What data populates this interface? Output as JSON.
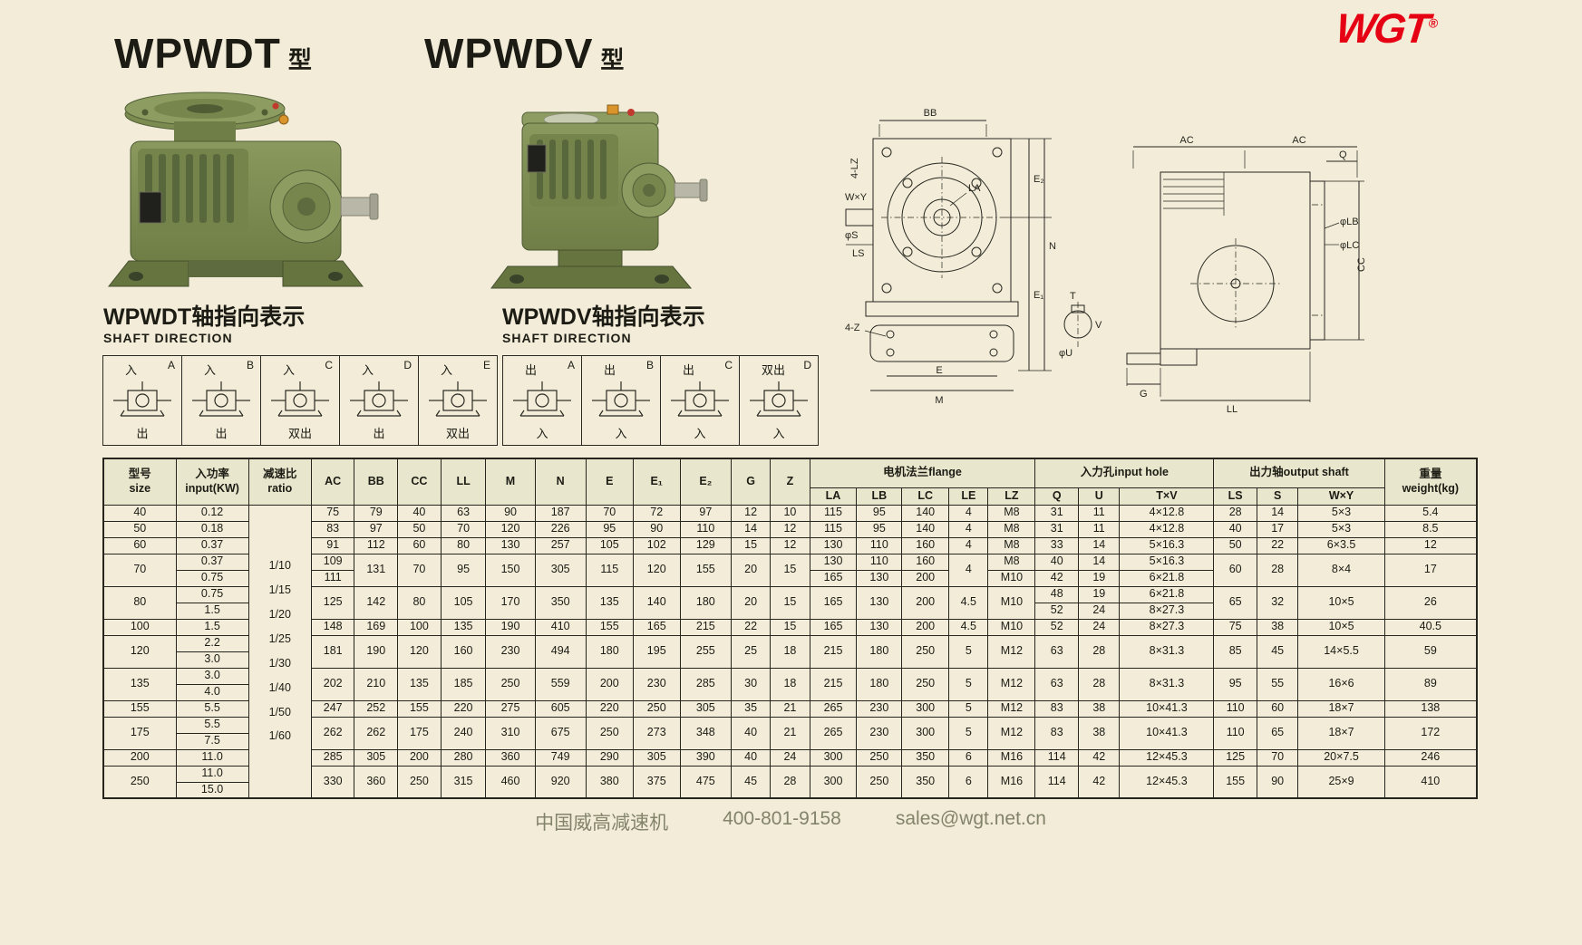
{
  "brand": {
    "name": "WGT",
    "mark": "®"
  },
  "colors": {
    "accent_red": "#e60013",
    "product_green": "#7d8c52",
    "page_bg": "#f2ecd9",
    "table_header_bg": "#e8e6cd",
    "footer_text": "#83836a"
  },
  "titles": {
    "left": {
      "model": "WPWDT",
      "suffix": "型"
    },
    "right": {
      "model": "WPWDV",
      "suffix": "型"
    }
  },
  "shaft_direction": {
    "left": {
      "title": "WPWDT轴指向表示",
      "subtitle": "SHAFT DIRECTION",
      "cells": [
        {
          "letter": "A",
          "top": "入",
          "bottom": "出"
        },
        {
          "letter": "B",
          "top": "入",
          "bottom": "出"
        },
        {
          "letter": "C",
          "top": "入",
          "bottom": "双出"
        },
        {
          "letter": "D",
          "top": "入",
          "bottom": "出"
        },
        {
          "letter": "E",
          "top": "入",
          "bottom": "双出"
        }
      ]
    },
    "right": {
      "title": "WPWDV轴指向表示",
      "subtitle": "SHAFT DIRECTION",
      "cells": [
        {
          "letter": "A",
          "top": "出",
          "bottom": "入"
        },
        {
          "letter": "B",
          "top": "出",
          "bottom": "入"
        },
        {
          "letter": "C",
          "top": "出",
          "bottom": "入"
        },
        {
          "letter": "D",
          "top": "双出",
          "bottom": "入"
        }
      ]
    }
  },
  "drawings": {
    "front": {
      "bb": "BB",
      "lz": "4-LZ",
      "la": "LA",
      "wy": "W×Y",
      "s": "φS",
      "ls": "LS",
      "e2": "E₂",
      "n": "N",
      "e1": "E₁",
      "z": "4-Z",
      "e": "E",
      "m": "M",
      "t": "T",
      "v": "V",
      "u": "φU"
    },
    "side": {
      "ac1": "AC",
      "ac2": "AC",
      "q": "Q",
      "lb": "φLB",
      "lc": "φLC",
      "cc": "CC",
      "g": "G",
      "ll": "LL"
    }
  },
  "table": {
    "header_row1": [
      {
        "t": "型号\nsize",
        "rs": 2
      },
      {
        "t": "入功率\ninput(KW)",
        "rs": 2
      },
      {
        "t": "减速比\nratio",
        "rs": 2
      },
      {
        "t": "AC",
        "rs": 2
      },
      {
        "t": "BB",
        "rs": 2
      },
      {
        "t": "CC",
        "rs": 2
      },
      {
        "t": "LL",
        "rs": 2
      },
      {
        "t": "M",
        "rs": 2
      },
      {
        "t": "N",
        "rs": 2
      },
      {
        "t": "E",
        "rs": 2
      },
      {
        "t": "E₁",
        "rs": 2
      },
      {
        "t": "E₂",
        "rs": 2
      },
      {
        "t": "G",
        "rs": 2
      },
      {
        "t": "Z",
        "rs": 2
      },
      {
        "t": "电机法兰flange",
        "cs": 5
      },
      {
        "t": "入力孔input hole",
        "cs": 3
      },
      {
        "t": "出力轴output shaft",
        "cs": 3
      },
      {
        "t": "重量\nweight(kg)",
        "rs": 2
      }
    ],
    "header_row2": [
      "LA",
      "LB",
      "LC",
      "LE",
      "LZ",
      "Q",
      "U",
      "T×V",
      "LS",
      "S",
      "W×Y"
    ],
    "rows": [
      [
        "40",
        "0.12",
        {
          "t": "1/10\n1/15\n1/20\n1/25\n1/30\n1/40\n1/50\n1/60",
          "rs": 18,
          "cls": "ratio"
        },
        "75",
        "79",
        "40",
        "63",
        "90",
        "187",
        "70",
        "72",
        "97",
        "12",
        "10",
        "115",
        "95",
        "140",
        "4",
        "M8",
        "31",
        "11",
        "4×12.8",
        "28",
        "14",
        "5×3",
        "5.4"
      ],
      [
        "50",
        "0.18",
        "83",
        "97",
        "50",
        "70",
        "120",
        "226",
        "95",
        "90",
        "110",
        "14",
        "12",
        "115",
        "95",
        "140",
        "4",
        "M8",
        "31",
        "11",
        "4×12.8",
        "40",
        "17",
        "5×3",
        "8.5"
      ],
      [
        "60",
        "0.37",
        "91",
        "112",
        "60",
        "80",
        "130",
        "257",
        "105",
        "102",
        "129",
        "15",
        "12",
        "130",
        "110",
        "160",
        "4",
        "M8",
        "33",
        "14",
        "5×16.3",
        "50",
        "22",
        "6×3.5",
        "12"
      ],
      [
        {
          "t": "70",
          "rs": 2
        },
        "0.37",
        "109",
        {
          "t": "131",
          "rs": 2
        },
        {
          "t": "70",
          "rs": 2
        },
        {
          "t": "95",
          "rs": 2
        },
        {
          "t": "150",
          "rs": 2
        },
        {
          "t": "305",
          "rs": 2
        },
        {
          "t": "115",
          "rs": 2
        },
        {
          "t": "120",
          "rs": 2
        },
        {
          "t": "155",
          "rs": 2
        },
        {
          "t": "20",
          "rs": 2
        },
        {
          "t": "15",
          "rs": 2
        },
        "130",
        "110",
        "160",
        {
          "t": "4",
          "rs": 2
        },
        "M8",
        "40",
        "14",
        "5×16.3",
        {
          "t": "60",
          "rs": 2
        },
        {
          "t": "28",
          "rs": 2
        },
        {
          "t": "8×4",
          "rs": 2
        },
        {
          "t": "17",
          "rs": 2
        }
      ],
      [
        "0.75",
        "111",
        "165",
        "130",
        "200",
        "M10",
        "42",
        "19",
        "6×21.8"
      ],
      [
        {
          "t": "80",
          "rs": 2
        },
        "0.75",
        {
          "t": "125",
          "rs": 2
        },
        {
          "t": "142",
          "rs": 2
        },
        {
          "t": "80",
          "rs": 2
        },
        {
          "t": "105",
          "rs": 2
        },
        {
          "t": "170",
          "rs": 2
        },
        {
          "t": "350",
          "rs": 2
        },
        {
          "t": "135",
          "rs": 2
        },
        {
          "t": "140",
          "rs": 2
        },
        {
          "t": "180",
          "rs": 2
        },
        {
          "t": "20",
          "rs": 2
        },
        {
          "t": "15",
          "rs": 2
        },
        {
          "t": "165",
          "rs": 2
        },
        {
          "t": "130",
          "rs": 2
        },
        {
          "t": "200",
          "rs": 2
        },
        {
          "t": "4.5",
          "rs": 2
        },
        {
          "t": "M10",
          "rs": 2
        },
        "48",
        "19",
        "6×21.8",
        {
          "t": "65",
          "rs": 2
        },
        {
          "t": "32",
          "rs": 2
        },
        {
          "t": "10×5",
          "rs": 2
        },
        {
          "t": "26",
          "rs": 2
        }
      ],
      [
        "1.5",
        "52",
        "24",
        "8×27.3"
      ],
      [
        "100",
        "1.5",
        "148",
        "169",
        "100",
        "135",
        "190",
        "410",
        "155",
        "165",
        "215",
        "22",
        "15",
        "165",
        "130",
        "200",
        "4.5",
        "M10",
        "52",
        "24",
        "8×27.3",
        "75",
        "38",
        "10×5",
        "40.5"
      ],
      [
        {
          "t": "120",
          "rs": 2
        },
        "2.2",
        {
          "t": "181",
          "rs": 2
        },
        {
          "t": "190",
          "rs": 2
        },
        {
          "t": "120",
          "rs": 2
        },
        {
          "t": "160",
          "rs": 2
        },
        {
          "t": "230",
          "rs": 2
        },
        {
          "t": "494",
          "rs": 2
        },
        {
          "t": "180",
          "rs": 2
        },
        {
          "t": "195",
          "rs": 2
        },
        {
          "t": "255",
          "rs": 2
        },
        {
          "t": "25",
          "rs": 2
        },
        {
          "t": "18",
          "rs": 2
        },
        {
          "t": "215",
          "rs": 2
        },
        {
          "t": "180",
          "rs": 2
        },
        {
          "t": "250",
          "rs": 2
        },
        {
          "t": "5",
          "rs": 2
        },
        {
          "t": "M12",
          "rs": 2
        },
        {
          "t": "63",
          "rs": 2
        },
        {
          "t": "28",
          "rs": 2
        },
        {
          "t": "8×31.3",
          "rs": 2
        },
        {
          "t": "85",
          "rs": 2
        },
        {
          "t": "45",
          "rs": 2
        },
        {
          "t": "14×5.5",
          "rs": 2
        },
        {
          "t": "59",
          "rs": 2
        }
      ],
      [
        "3.0"
      ],
      [
        {
          "t": "135",
          "rs": 2
        },
        "3.0",
        {
          "t": "202",
          "rs": 2
        },
        {
          "t": "210",
          "rs": 2
        },
        {
          "t": "135",
          "rs": 2
        },
        {
          "t": "185",
          "rs": 2
        },
        {
          "t": "250",
          "rs": 2
        },
        {
          "t": "559",
          "rs": 2
        },
        {
          "t": "200",
          "rs": 2
        },
        {
          "t": "230",
          "rs": 2
        },
        {
          "t": "285",
          "rs": 2
        },
        {
          "t": "30",
          "rs": 2
        },
        {
          "t": "18",
          "rs": 2
        },
        {
          "t": "215",
          "rs": 2
        },
        {
          "t": "180",
          "rs": 2
        },
        {
          "t": "250",
          "rs": 2
        },
        {
          "t": "5",
          "rs": 2
        },
        {
          "t": "M12",
          "rs": 2
        },
        {
          "t": "63",
          "rs": 2
        },
        {
          "t": "28",
          "rs": 2
        },
        {
          "t": "8×31.3",
          "rs": 2
        },
        {
          "t": "95",
          "rs": 2
        },
        {
          "t": "55",
          "rs": 2
        },
        {
          "t": "16×6",
          "rs": 2
        },
        {
          "t": "89",
          "rs": 2
        }
      ],
      [
        "4.0"
      ],
      [
        "155",
        "5.5",
        "247",
        "252",
        "155",
        "220",
        "275",
        "605",
        "220",
        "250",
        "305",
        "35",
        "21",
        "265",
        "230",
        "300",
        "5",
        "M12",
        "83",
        "38",
        "10×41.3",
        "110",
        "60",
        "18×7",
        "138"
      ],
      [
        {
          "t": "175",
          "rs": 2
        },
        "5.5",
        {
          "t": "262",
          "rs": 2
        },
        {
          "t": "262",
          "rs": 2
        },
        {
          "t": "175",
          "rs": 2
        },
        {
          "t": "240",
          "rs": 2
        },
        {
          "t": "310",
          "rs": 2
        },
        {
          "t": "675",
          "rs": 2
        },
        {
          "t": "250",
          "rs": 2
        },
        {
          "t": "273",
          "rs": 2
        },
        {
          "t": "348",
          "rs": 2
        },
        {
          "t": "40",
          "rs": 2
        },
        {
          "t": "21",
          "rs": 2
        },
        {
          "t": "265",
          "rs": 2
        },
        {
          "t": "230",
          "rs": 2
        },
        {
          "t": "300",
          "rs": 2
        },
        {
          "t": "5",
          "rs": 2
        },
        {
          "t": "M12",
          "rs": 2
        },
        {
          "t": "83",
          "rs": 2
        },
        {
          "t": "38",
          "rs": 2
        },
        {
          "t": "10×41.3",
          "rs": 2
        },
        {
          "t": "110",
          "rs": 2
        },
        {
          "t": "65",
          "rs": 2
        },
        {
          "t": "18×7",
          "rs": 2
        },
        {
          "t": "172",
          "rs": 2
        }
      ],
      [
        "7.5"
      ],
      [
        "200",
        "11.0",
        "285",
        "305",
        "200",
        "280",
        "360",
        "749",
        "290",
        "305",
        "390",
        "40",
        "24",
        "300",
        "250",
        "350",
        "6",
        "M16",
        "114",
        "42",
        "12×45.3",
        "125",
        "70",
        "20×7.5",
        "246"
      ],
      [
        {
          "t": "250",
          "rs": 2
        },
        "11.0",
        {
          "t": "330",
          "rs": 2
        },
        {
          "t": "360",
          "rs": 2
        },
        {
          "t": "250",
          "rs": 2
        },
        {
          "t": "315",
          "rs": 2
        },
        {
          "t": "460",
          "rs": 2
        },
        {
          "t": "920",
          "rs": 2
        },
        {
          "t": "380",
          "rs": 2
        },
        {
          "t": "375",
          "rs": 2
        },
        {
          "t": "475",
          "rs": 2
        },
        {
          "t": "45",
          "rs": 2
        },
        {
          "t": "28",
          "rs": 2
        },
        {
          "t": "300",
          "rs": 2
        },
        {
          "t": "250",
          "rs": 2
        },
        {
          "t": "350",
          "rs": 2
        },
        {
          "t": "6",
          "rs": 2
        },
        {
          "t": "M16",
          "rs": 2
        },
        {
          "t": "114",
          "rs": 2
        },
        {
          "t": "42",
          "rs": 2
        },
        {
          "t": "12×45.3",
          "rs": 2
        },
        {
          "t": "155",
          "rs": 2
        },
        {
          "t": "90",
          "rs": 2
        },
        {
          "t": "25×9",
          "rs": 2
        },
        {
          "t": "410",
          "rs": 2
        }
      ],
      [
        "15.0"
      ]
    ]
  },
  "footer": {
    "company": "中国威高减速机",
    "phone": "400-801-9158",
    "email": "sales@wgt.net.cn"
  }
}
